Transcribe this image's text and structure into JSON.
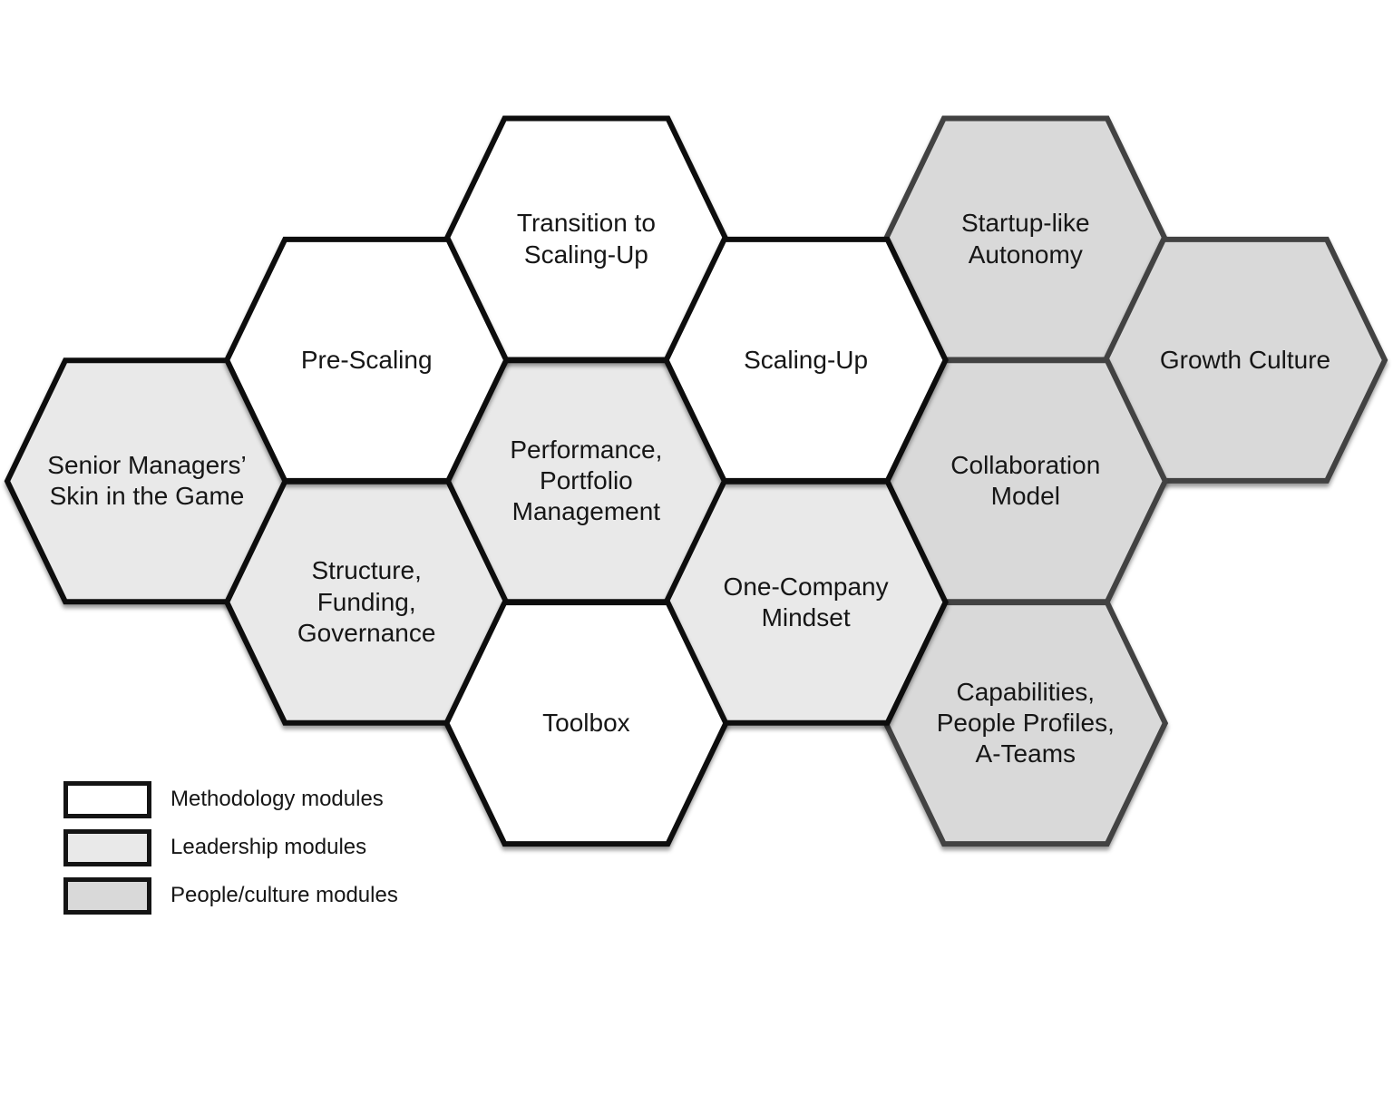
{
  "diagram": {
    "background_color": "#ffffff",
    "text_color": "#161616",
    "categories": {
      "methodology": {
        "label": "Methodology modules",
        "fill": "#ffffff",
        "stroke": "#111111"
      },
      "leadership": {
        "label": "Leadership modules",
        "fill": "#e9e9e9",
        "stroke": "#111111"
      },
      "people_culture": {
        "label": "People/culture modules",
        "fill": "#d9d9d9",
        "stroke": "#424242"
      }
    },
    "hexagons": [
      {
        "id": "transition-to-scaling-up",
        "label": "Transition to\nScaling-Up",
        "category": "methodology",
        "col": 2,
        "row": 0
      },
      {
        "id": "startup-like-autonomy",
        "label": "Startup-like\nAutonomy",
        "category": "people_culture",
        "col": 4,
        "row": 0
      },
      {
        "id": "pre-scaling",
        "label": "Pre-Scaling",
        "category": "methodology",
        "col": 1,
        "row": 1
      },
      {
        "id": "scaling-up",
        "label": "Scaling-Up",
        "category": "methodology",
        "col": 3,
        "row": 1
      },
      {
        "id": "growth-culture",
        "label": "Growth Culture",
        "category": "people_culture",
        "col": 5,
        "row": 1
      },
      {
        "id": "senior-managers-skin-in-the-game",
        "label": "Senior Managers’\nSkin in the Game",
        "category": "leadership",
        "col": 0,
        "row": 2
      },
      {
        "id": "performance-portfolio-management",
        "label": "Performance,\nPortfolio\nManagement",
        "category": "leadership",
        "col": 2,
        "row": 2
      },
      {
        "id": "collaboration-model",
        "label": "Collaboration\nModel",
        "category": "people_culture",
        "col": 4,
        "row": 2
      },
      {
        "id": "structure-funding-governance",
        "label": "Structure,\nFunding,\nGovernance",
        "category": "leadership",
        "col": 1,
        "row": 3
      },
      {
        "id": "one-company-mindset",
        "label": "One-Company\nMindset",
        "category": "leadership",
        "col": 3,
        "row": 3
      },
      {
        "id": "toolbox",
        "label": "Toolbox",
        "category": "methodology",
        "col": 2,
        "row": 4
      },
      {
        "id": "capabilities-people-profiles-a-teams",
        "label": "Capabilities,\nPeople Profiles,\nA-Teams",
        "category": "people_culture",
        "col": 4,
        "row": 4
      }
    ],
    "legend": {
      "items": [
        {
          "category": "methodology"
        },
        {
          "category": "leadership"
        },
        {
          "category": "people_culture"
        }
      ]
    }
  }
}
